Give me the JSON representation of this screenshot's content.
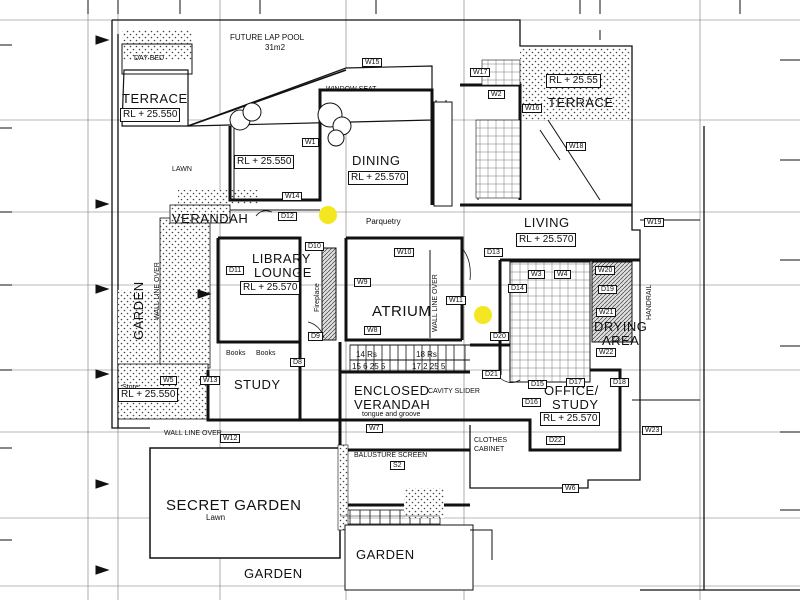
{
  "rooms": {
    "future_lap_pool": "FUTURE LAP POOL",
    "future_lap_pool_area": "31m2",
    "day_bed": "DAY BED",
    "terrace_left": "TERRACE",
    "terrace_right": "TERRACE",
    "window_seat": "WINDOW SEAT",
    "lawn": "LAWN",
    "dining": "DINING",
    "verandah": "VERANDAH",
    "parquetry": "Parquetry",
    "living": "LIVING",
    "library_lounge_1": "LIBRARY",
    "library_lounge_2": "LOUNGE",
    "atrium": "ATRIUM",
    "garden_left": "GARDEN",
    "drying_area_1": "DRYING",
    "drying_area_2": "AREA",
    "handrail": "HANDRAIL",
    "study": "STUDY",
    "store": "Store",
    "enclosed_verandah_1": "ENCLOSED",
    "enclosed_verandah_2": "VERANDAH",
    "tongue_groove": "tongue and groove",
    "cavity_slider": "CAVITY SLIDER",
    "office_study_1": "OFFICE/",
    "office_study_2": "STUDY",
    "clothes_cabinet_1": "CLOTHES",
    "clothes_cabinet_2": "CABINET",
    "balusture_screen": "BALUSTURE SCREEN",
    "secret_garden": "SECRET GARDEN",
    "secret_garden_lawn": "Lawn",
    "garden_bottom_1": "GARDEN",
    "garden_bottom_2": "GARDEN",
    "fireplace": "Fireplace",
    "wall_line_over_1": "WALL LINE OVER",
    "wall_line_over_2": "WALL LINE OVER",
    "wall_line_over_3": "WALL LINE OVER",
    "books_1": "Books",
    "books_2": "Books"
  },
  "levels": {
    "terrace_left": "RL + 25.550",
    "terrace_right": "RL + 25.55",
    "lawn_area": "RL + 25.550",
    "dining": "RL + 25.570",
    "living": "RL + 25.570",
    "library": "RL + 25.570",
    "garden": "RL + 25.550",
    "office": "RL + 25.570"
  },
  "stairs": {
    "left_risers": "14 Rs",
    "right_risers": "18 Rs",
    "left_dims": "15 6 25 5",
    "right_dims": "17 2 25 5"
  },
  "tags": {
    "w1": "W1",
    "w2": "W2",
    "w3": "W3",
    "w4": "W4",
    "w5": "W5",
    "w6": "W6",
    "w7": "W7",
    "w8": "W8",
    "w9": "W9",
    "w10": "W10",
    "w11": "W11",
    "w12": "W12",
    "w13": "W13",
    "w14": "W14",
    "w15": "W15",
    "w16": "W16",
    "w17": "W17",
    "w18": "W18",
    "w19": "W19",
    "w20": "W20",
    "w21": "W21",
    "w22": "W22",
    "w23": "W23",
    "d8": "D8",
    "d9": "D9",
    "d10": "D10",
    "d11": "D11",
    "d12": "D12",
    "d13": "D13",
    "d14": "D14",
    "d15": "D15",
    "d16": "D16",
    "d17": "D17",
    "d18": "D18",
    "d19": "D19",
    "d20": "D20",
    "d21": "D21",
    "d22": "D22",
    "s2": "S2"
  }
}
